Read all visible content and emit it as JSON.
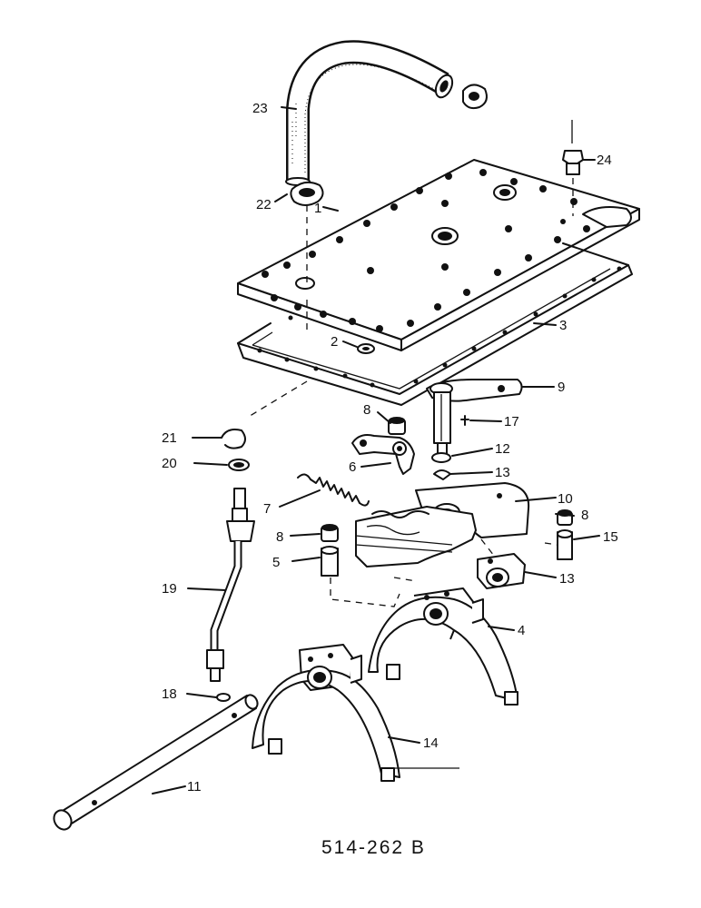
{
  "diagram": {
    "caption": "514-262 B",
    "callouts": [
      {
        "id": "c1",
        "text": "1"
      },
      {
        "id": "c2",
        "text": "2"
      },
      {
        "id": "c3",
        "text": "3"
      },
      {
        "id": "c4",
        "text": "4"
      },
      {
        "id": "c5",
        "text": "5"
      },
      {
        "id": "c6",
        "text": "6"
      },
      {
        "id": "c7",
        "text": "7"
      },
      {
        "id": "c8a",
        "text": "8"
      },
      {
        "id": "c8b",
        "text": "8"
      },
      {
        "id": "c8c",
        "text": "8"
      },
      {
        "id": "c9",
        "text": "9"
      },
      {
        "id": "c10",
        "text": "10"
      },
      {
        "id": "c11",
        "text": "11"
      },
      {
        "id": "c12",
        "text": "12"
      },
      {
        "id": "c13a",
        "text": "13"
      },
      {
        "id": "c13b",
        "text": "13"
      },
      {
        "id": "c14",
        "text": "14"
      },
      {
        "id": "c15",
        "text": "15"
      },
      {
        "id": "c17",
        "text": "17"
      },
      {
        "id": "c18",
        "text": "18"
      },
      {
        "id": "c19",
        "text": "19"
      },
      {
        "id": "c20",
        "text": "20"
      },
      {
        "id": "c21",
        "text": "21"
      },
      {
        "id": "c22",
        "text": "22"
      },
      {
        "id": "c23",
        "text": "23"
      },
      {
        "id": "c24",
        "text": "24"
      }
    ]
  }
}
